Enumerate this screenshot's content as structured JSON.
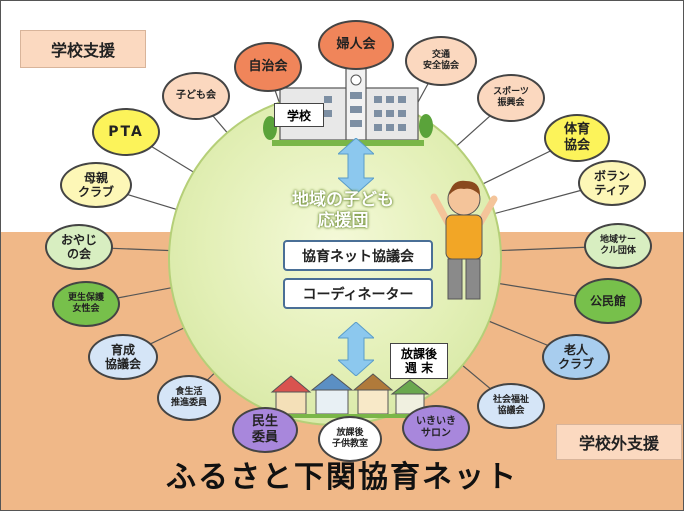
{
  "tags": {
    "school_support": "学校支援",
    "outside_support": "学校外支援"
  },
  "center": {
    "title": "地域の子ども\n応援団",
    "network_council": "協育ネット協議会",
    "coordinator": "コーディネーター"
  },
  "school": {
    "label": "学校"
  },
  "after_school": {
    "label": "放課後\n週 末"
  },
  "bubbles": [
    {
      "key": "jichikai",
      "label": "自治会"
    },
    {
      "key": "fujinkai",
      "label": "婦人会"
    },
    {
      "key": "kotsu",
      "label": "交通\n安全協会"
    },
    {
      "key": "kodomokai",
      "label": "子ども会"
    },
    {
      "key": "sports",
      "label": "スポーツ\n振興会"
    },
    {
      "key": "pta",
      "label": "PTA"
    },
    {
      "key": "taiiku",
      "label": "体育\n協会"
    },
    {
      "key": "hahaoya",
      "label": "母親\nクラブ"
    },
    {
      "key": "volunteer",
      "label": "ボラン\nティア"
    },
    {
      "key": "oyaji",
      "label": "おやじ\nの会"
    },
    {
      "key": "circle",
      "label": "地域サー\nクル団体"
    },
    {
      "key": "kousei",
      "label": "更生保護\n女性会"
    },
    {
      "key": "kominkan",
      "label": "公民館"
    },
    {
      "key": "ikusei",
      "label": "育成\n協議会"
    },
    {
      "key": "rojin",
      "label": "老人\nクラブ"
    },
    {
      "key": "shokuseikatsu",
      "label": "食生活\n推進委員"
    },
    {
      "key": "shakai",
      "label": "社会福祉\n協議会"
    },
    {
      "key": "minsei",
      "label": "民生\n委員"
    },
    {
      "key": "kodomo_kyoshitsu",
      "label": "放課後\n子供教室"
    },
    {
      "key": "ikiiki",
      "label": "いきいき\nサロン"
    }
  ],
  "main_title": "ふるさと下関協育ネット",
  "colors": {
    "top_background": "#ffffff",
    "bottom_background": "#f0b888",
    "circle": "#e2efb5",
    "arrow": "#8cc8ee"
  }
}
